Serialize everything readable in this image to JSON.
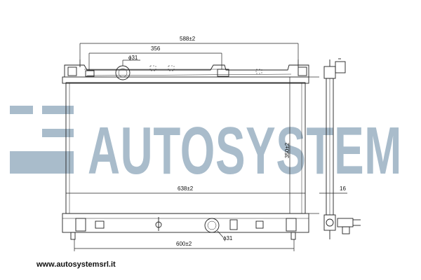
{
  "watermark": {
    "text": "AUTOSYSTEM",
    "color": "#a9bccb"
  },
  "dimensions": {
    "top_width": "588±2",
    "inlet_spacing": "356",
    "top_pipe_diameter": "ϕ31",
    "height": "350±2",
    "core_width": "638±2",
    "bottom_width": "600±2",
    "bottom_pipe_diameter": "ϕ31",
    "side_thickness": "16"
  },
  "footer": {
    "url": "www.autosystemsrl.it"
  }
}
